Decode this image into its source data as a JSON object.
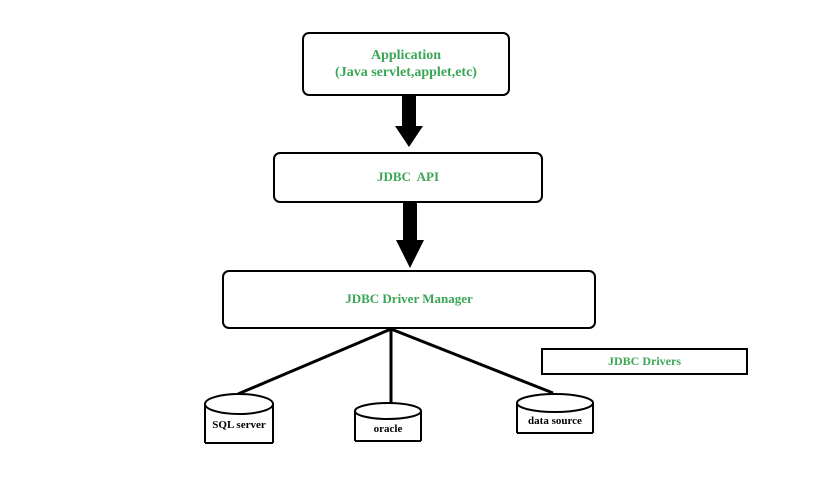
{
  "colors": {
    "accent_text": "#3aa655",
    "stroke": "#000000",
    "background": "#ffffff"
  },
  "boxes": {
    "application": {
      "line1": "Application",
      "line2": "(Java servlet,applet,etc)"
    },
    "jdbc_api": {
      "label": "JDBC  API"
    },
    "driver_manager": {
      "label": "JDBC Driver Manager"
    }
  },
  "legend": {
    "label": "JDBC Drivers"
  },
  "databases": [
    {
      "label": "SQL server"
    },
    {
      "label": "oracle"
    },
    {
      "label": "data source"
    }
  ]
}
